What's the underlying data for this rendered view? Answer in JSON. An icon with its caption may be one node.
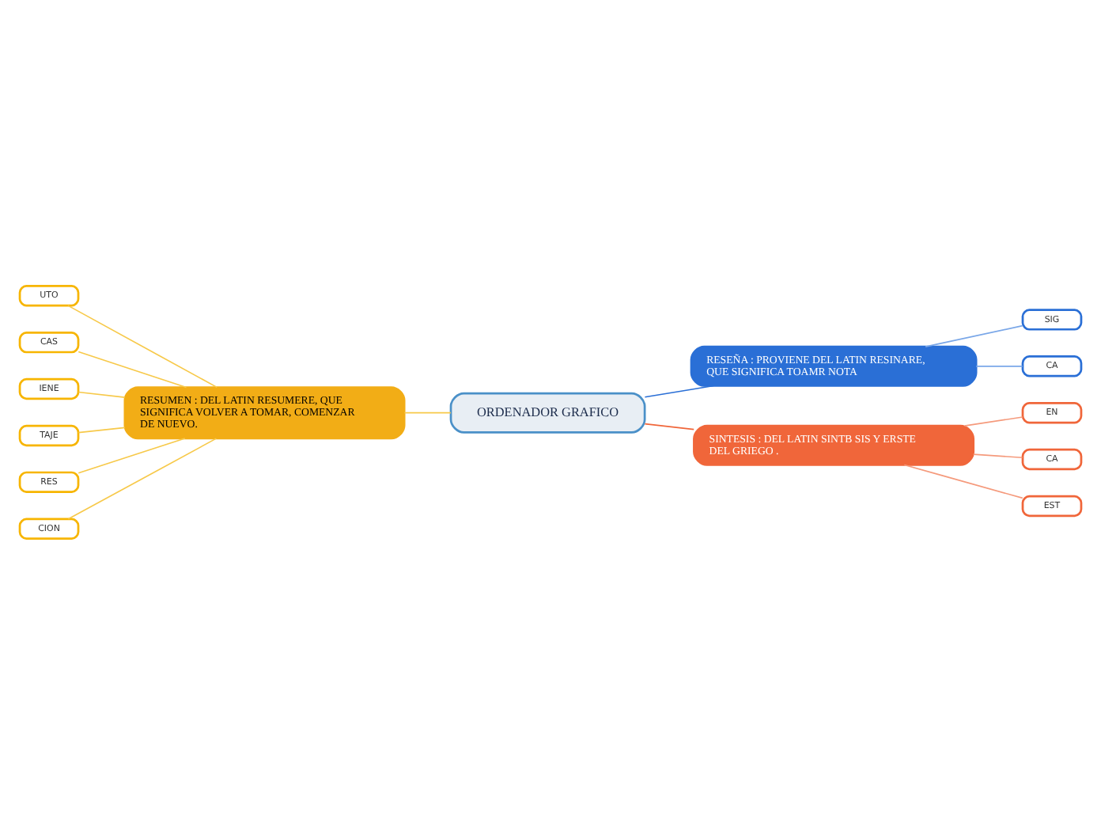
{
  "diagram": {
    "nodes": [
      {
        "text": [
          "ORDENADOR GRAFICO"
        ]
      },
      {
        "text": [
          "RESUMEN : DEL LATIN RESUMERE, QUE SIGNIFICA VOLVER A TOMAR, COMENZAR DE NUEVO."
        ]
      },
      {
        "text": [
          "RESEÑA : PROVIENE DEL LATIN RESINARE, QUE SIGNIFICA TOAMR NOTA"
        ]
      },
      {
        "text": [
          "SINTESIS : DEL LATIN SINTB SIS Y ERSTE DEL GRIEGO ."
        ]
      },
      {
        "text": [
          "UTO"
        ]
      },
      {
        "text": [
          "CAS"
        ]
      },
      {
        "text": [
          "IENE"
        ]
      },
      {
        "text": [
          "TAJE"
        ]
      },
      {
        "text": [
          "RES"
        ]
      },
      {
        "text": [
          "CION"
        ]
      },
      {
        "text": [
          "SIG"
        ]
      },
      {
        "text": [
          "CA"
        ]
      },
      {
        "text": [
          "EN"
        ]
      },
      {
        "text": [
          "CA"
        ]
      },
      {
        "text": [
          "EST"
        ]
      }
    ],
    "edges": [
      {
        "from": 0,
        "to": 1,
        "arrow": "none"
      },
      {
        "from": 0,
        "to": 2,
        "arrow": "none",
        "color": "#2a6fd6"
      },
      {
        "from": 0,
        "to": 3,
        "arrow": "none",
        "color": "#f0663a"
      },
      {
        "from": 1,
        "to": 4,
        "arrow": "none"
      },
      {
        "from": 1,
        "to": 5,
        "arrow": "none"
      },
      {
        "from": 1,
        "to": 6,
        "arrow": "none"
      },
      {
        "from": 1,
        "to": 7,
        "arrow": "none"
      },
      {
        "from": 1,
        "to": 8,
        "arrow": "none"
      },
      {
        "from": 1,
        "to": 9,
        "arrow": "none"
      },
      {
        "from": 2,
        "to": 10,
        "arrow": "none",
        "color": "#7aa7e8"
      },
      {
        "from": 2,
        "to": 11,
        "arrow": "none",
        "color": "#7aa7e8"
      },
      {
        "from": 3,
        "to": 12,
        "arrow": "none",
        "color": "#f59a7c"
      },
      {
        "from": 3,
        "to": 13,
        "arrow": "none",
        "color": "#f59a7c"
      },
      {
        "from": 3,
        "to": 14,
        "arrow": "none",
        "color": "#f59a7c"
      }
    ]
  }
}
